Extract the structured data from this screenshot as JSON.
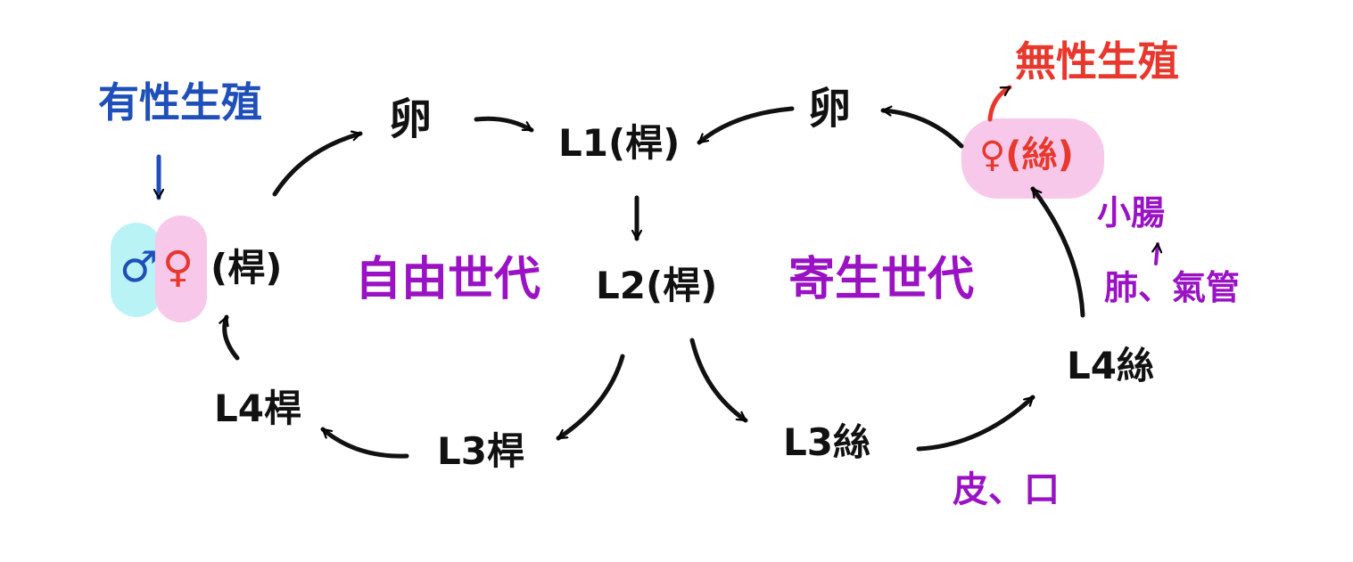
{
  "labels": {
    "sexual_repro": "有性生殖",
    "asexual_repro": "無性生殖",
    "male_sym": "♂",
    "female_sym": "♀",
    "rod_paren": "(桿)",
    "egg_left": "卵",
    "egg_right": "卵",
    "l1": "L1(桿)",
    "l2": "L2(桿)",
    "free_gen": "自由世代",
    "parasitic_gen": "寄生世代",
    "l3_rod": "L3桿",
    "l4_rod": "L4桿",
    "l3_filariform": "L3絲",
    "l4_filariform": "L4絲",
    "parasitic_female": "♀(絲)",
    "small_intestine": "小腸",
    "lung_trachea": "肺、氣管",
    "skin_mouth": "皮、口"
  },
  "colors": {
    "ink": "#111111",
    "blue": "#1f4fb8",
    "red": "#e8372c",
    "purple": "#9a12c4",
    "cyan_highlight": "#b9f3f6",
    "pink_highlight": "#f7c8ea"
  }
}
